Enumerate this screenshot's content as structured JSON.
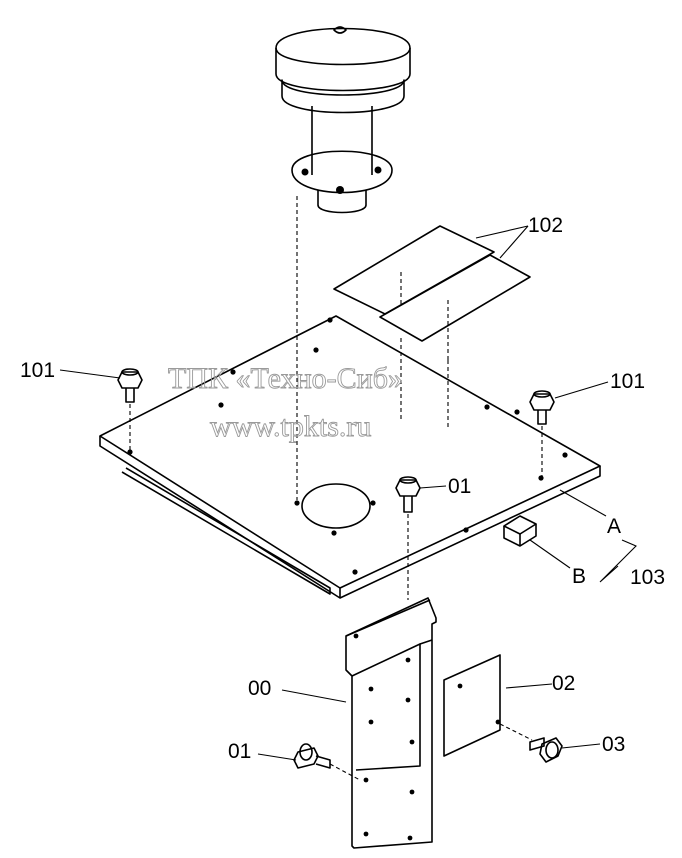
{
  "labels": {
    "air_cleaner_cover": "102",
    "bolt_left": "101",
    "bolt_right": "101",
    "bolt_center": "01",
    "bracket": "00",
    "bolt_lower": "01",
    "small_plate": "02",
    "bolt_plate": "03",
    "ref_a": "A",
    "ref_b": "B",
    "group_103": "103"
  },
  "watermark": {
    "line1": "ТПК «Техно-Сиб»",
    "line2": "www.tpkts.ru"
  }
}
